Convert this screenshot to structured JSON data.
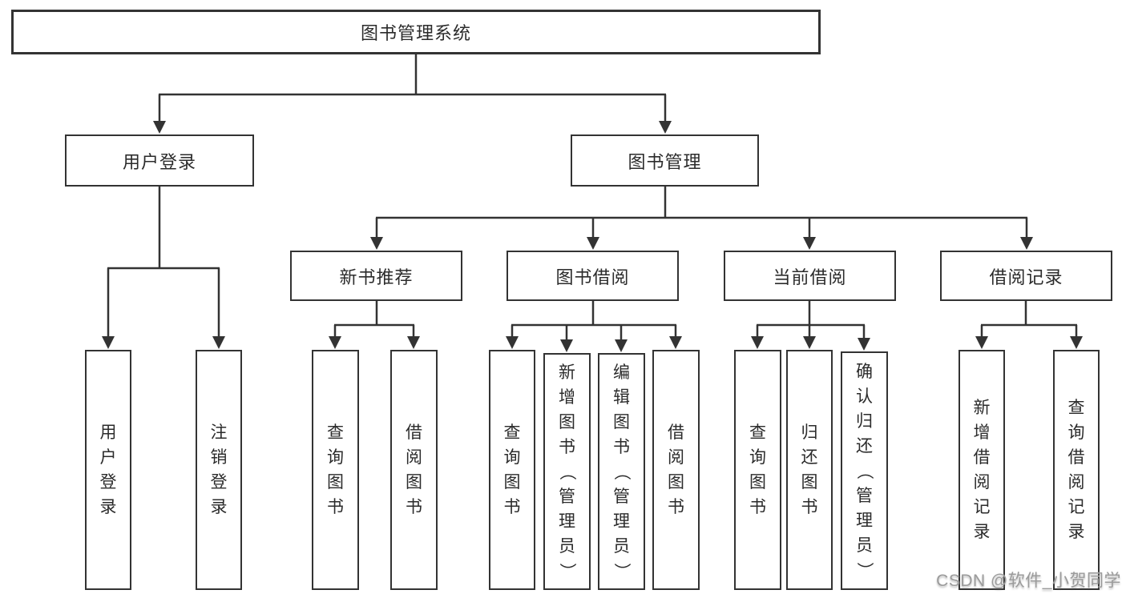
{
  "tree": {
    "root": {
      "label": "图书管理系统"
    },
    "branches": [
      {
        "label": "用户登录",
        "children": [
          {
            "label": "用户登录"
          },
          {
            "label": "注销登录"
          }
        ]
      },
      {
        "label": "图书管理",
        "children": [
          {
            "label": "新书推荐",
            "children": [
              {
                "label": "查询图书"
              },
              {
                "label": "借阅图书"
              }
            ]
          },
          {
            "label": "图书借阅",
            "children": [
              {
                "label": "查询图书"
              },
              {
                "label": "新增图书（管理员）"
              },
              {
                "label": "编辑图书（管理员）"
              },
              {
                "label": "借阅图书"
              }
            ]
          },
          {
            "label": "当前借阅",
            "children": [
              {
                "label": "查询图书"
              },
              {
                "label": "归还图书"
              },
              {
                "label": "确认归还（管理员）"
              }
            ]
          },
          {
            "label": "借阅记录",
            "children": [
              {
                "label": "新增借阅记录"
              },
              {
                "label": "查询借阅记录"
              }
            ]
          }
        ]
      }
    ]
  },
  "watermark": {
    "text": "CSDN @软件_小贺同学"
  },
  "colors": {
    "line": "#333333",
    "border": "#333333",
    "text": "#2b2b2b",
    "watermark": "#9b9b9b",
    "background": "#ffffff"
  }
}
